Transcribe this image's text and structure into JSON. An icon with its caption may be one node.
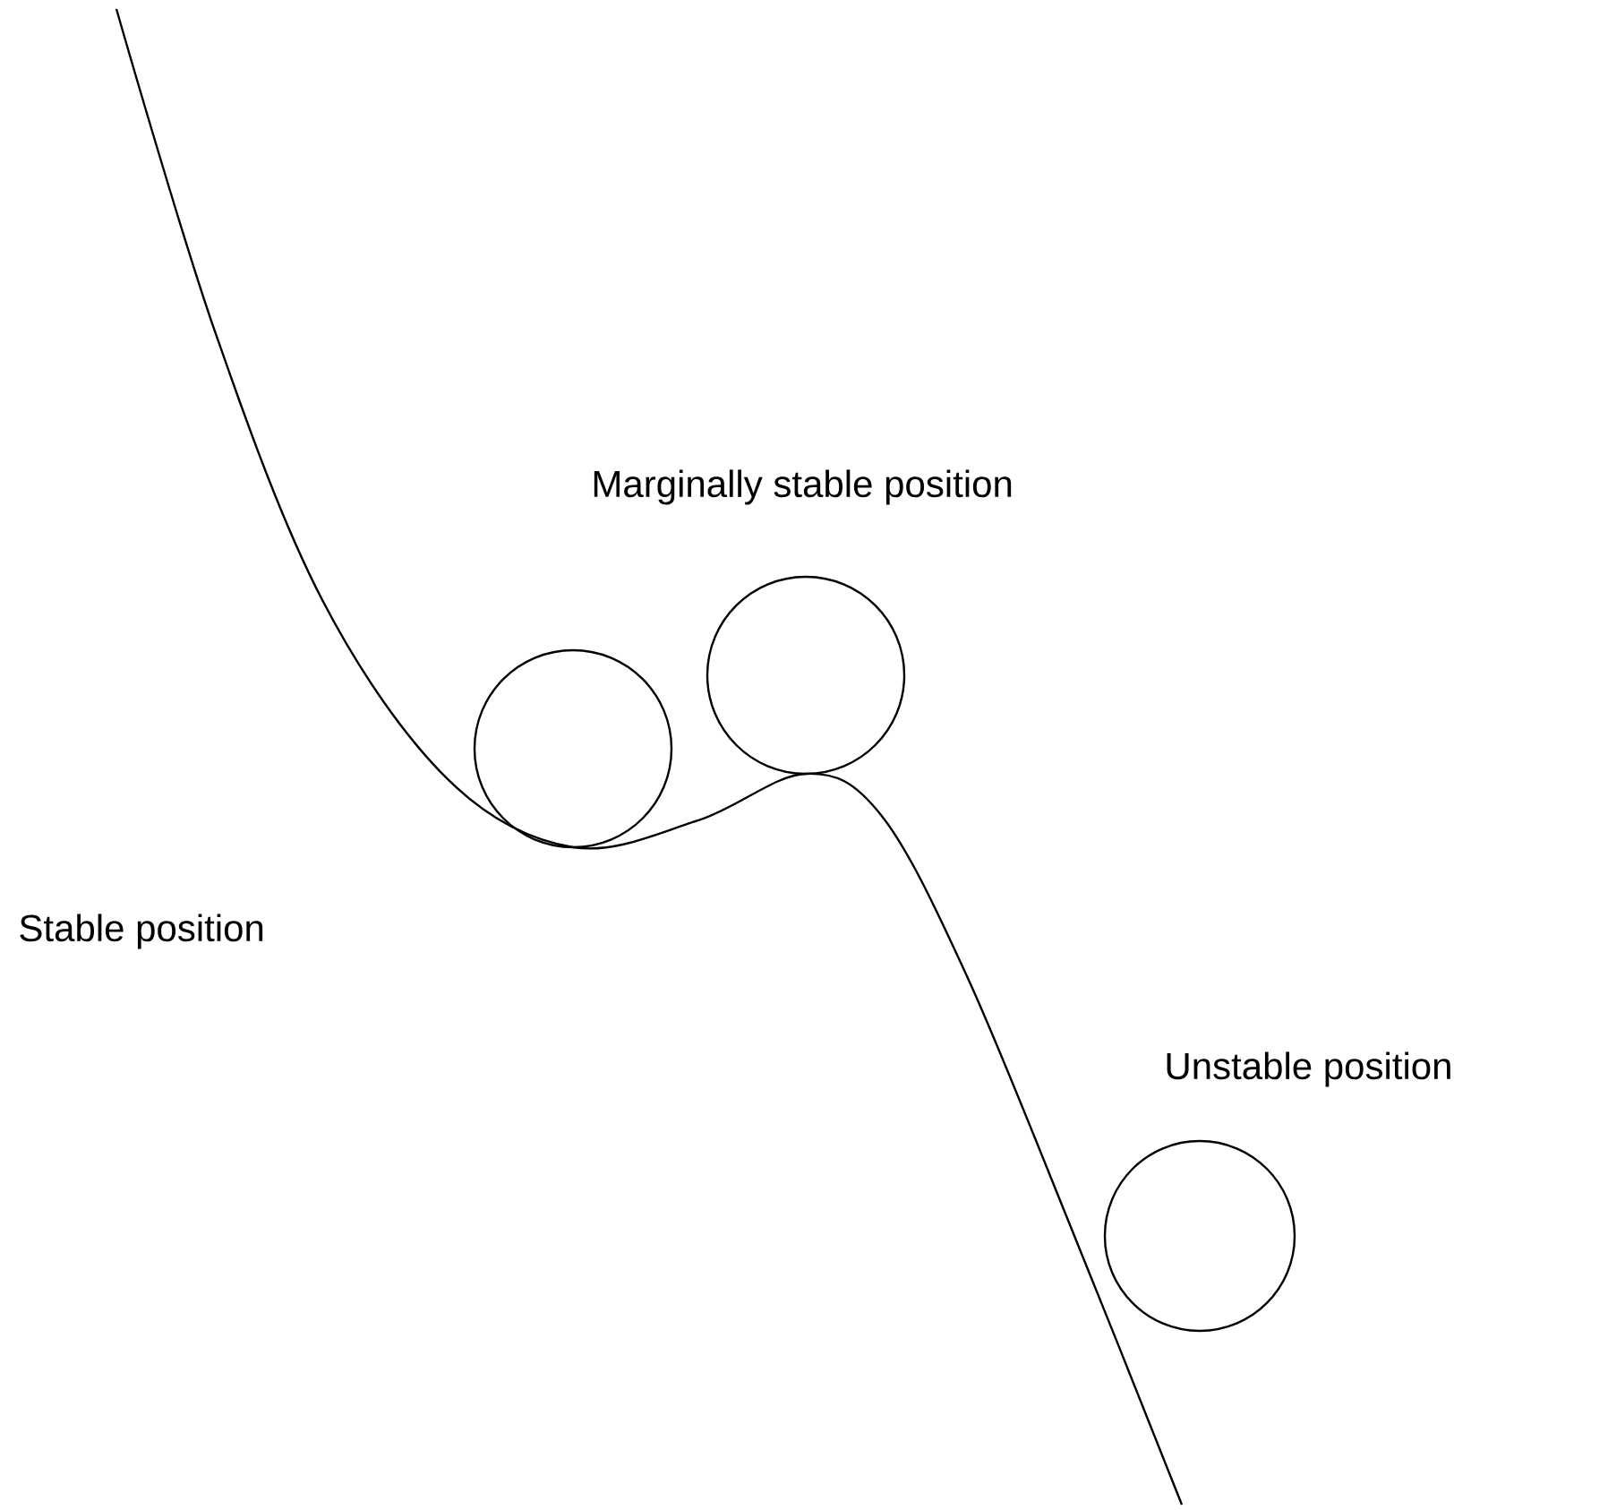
{
  "diagram": {
    "labels": [
      "Marginally stable position",
      "Stable position",
      "Unstable position"
    ]
  }
}
